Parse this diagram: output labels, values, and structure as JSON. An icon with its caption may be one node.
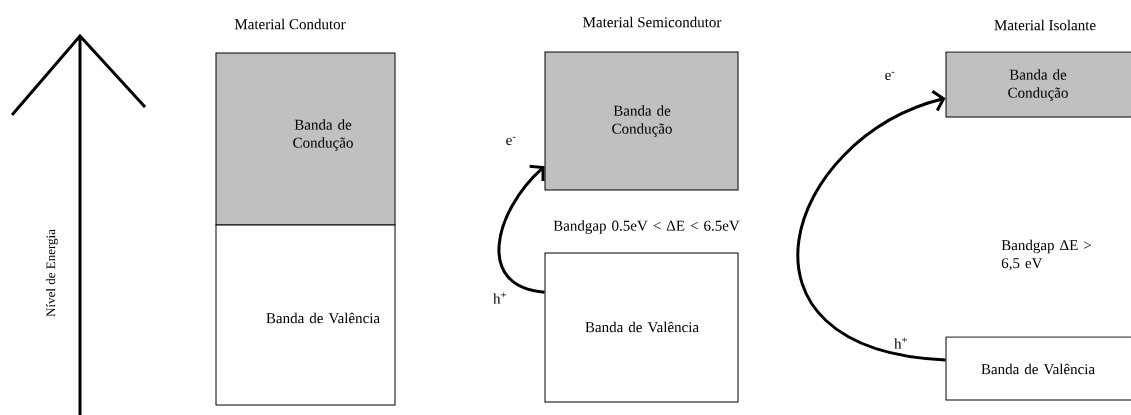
{
  "diagram": {
    "nodes": [
      {
        "text": [
          "Banda de Condução"
        ]
      },
      {
        "text": [
          "Banda de Valência"
        ]
      },
      {
        "text": [
          "Banda de Condução"
        ]
      },
      {
        "text": [
          "Banda de Valência"
        ]
      },
      {
        "text": [
          "Banda de Condução"
        ]
      },
      {
        "text": [
          "Banda de Valência"
        ]
      }
    ],
    "edges": [
      {
        "from": 3,
        "to": 2,
        "arrow": "to"
      },
      {
        "from": 5,
        "to": 4,
        "arrow": "to"
      }
    ],
    "labels": [
      "Material Condutor",
      "Material Semicondutor",
      "Material Isolante",
      "Nível de Energia",
      "e$^{-}$",
      "h$^{+}$",
      "Bandgap 0.5eV < ΔE < 6.5eV",
      "e$^{-}$",
      "h$^{+}$",
      "Bandgap ΔE > 6,5 eV"
    ]
  }
}
